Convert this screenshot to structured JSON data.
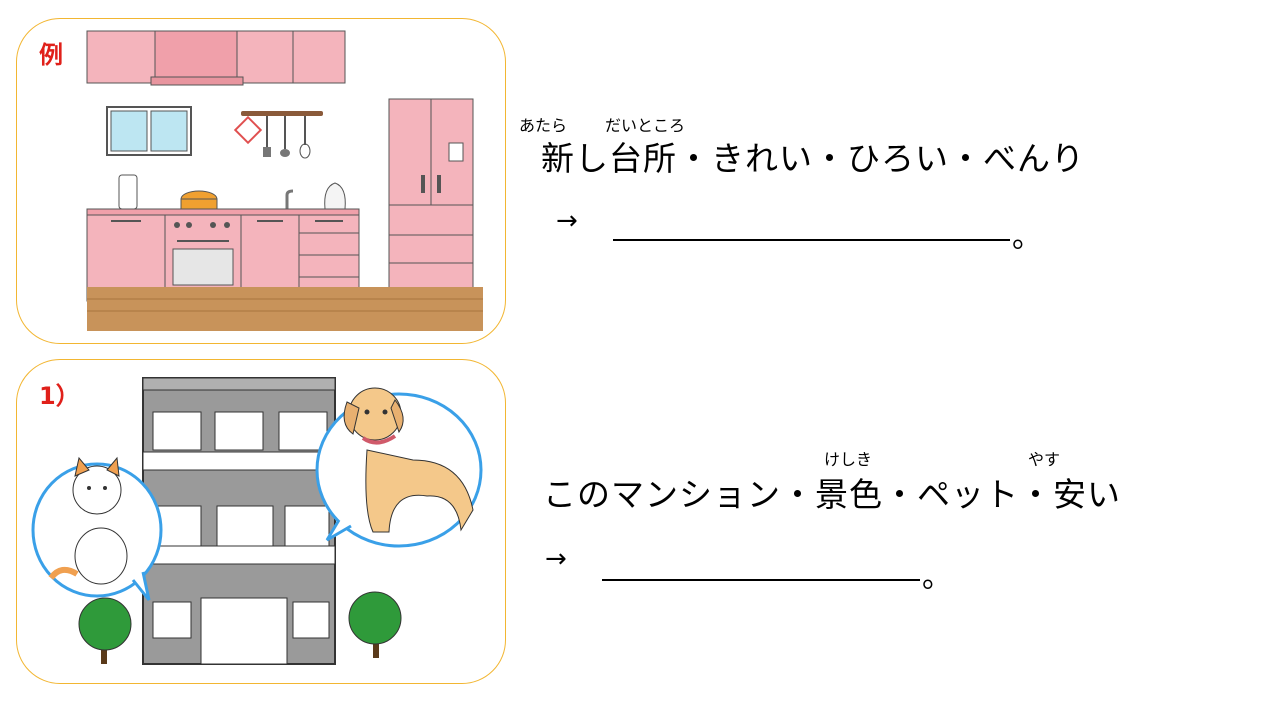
{
  "example": {
    "label": "例",
    "ruby_atara": "あたら",
    "ruby_daidokoro": "だいところ",
    "sentence": "新し台所・きれい・ひろい・べんり",
    "arrow": "→",
    "period": "。"
  },
  "question1": {
    "label": "1）",
    "ruby_keshiki": "けしき",
    "ruby_yasu": "やす",
    "sentence_part1": "このマンション・",
    "sentence_part2": "景色・ペット・安い",
    "arrow": "→",
    "period": "。"
  },
  "colors": {
    "panel_border": "#f2b632",
    "label_red": "#e0201a",
    "kitchen_pink": "#f4b4bc",
    "floor": "#c8935a",
    "building_gray": "#9a9a9a",
    "bubble_blue": "#3aa0e8",
    "tree_green": "#2f9a3a"
  }
}
